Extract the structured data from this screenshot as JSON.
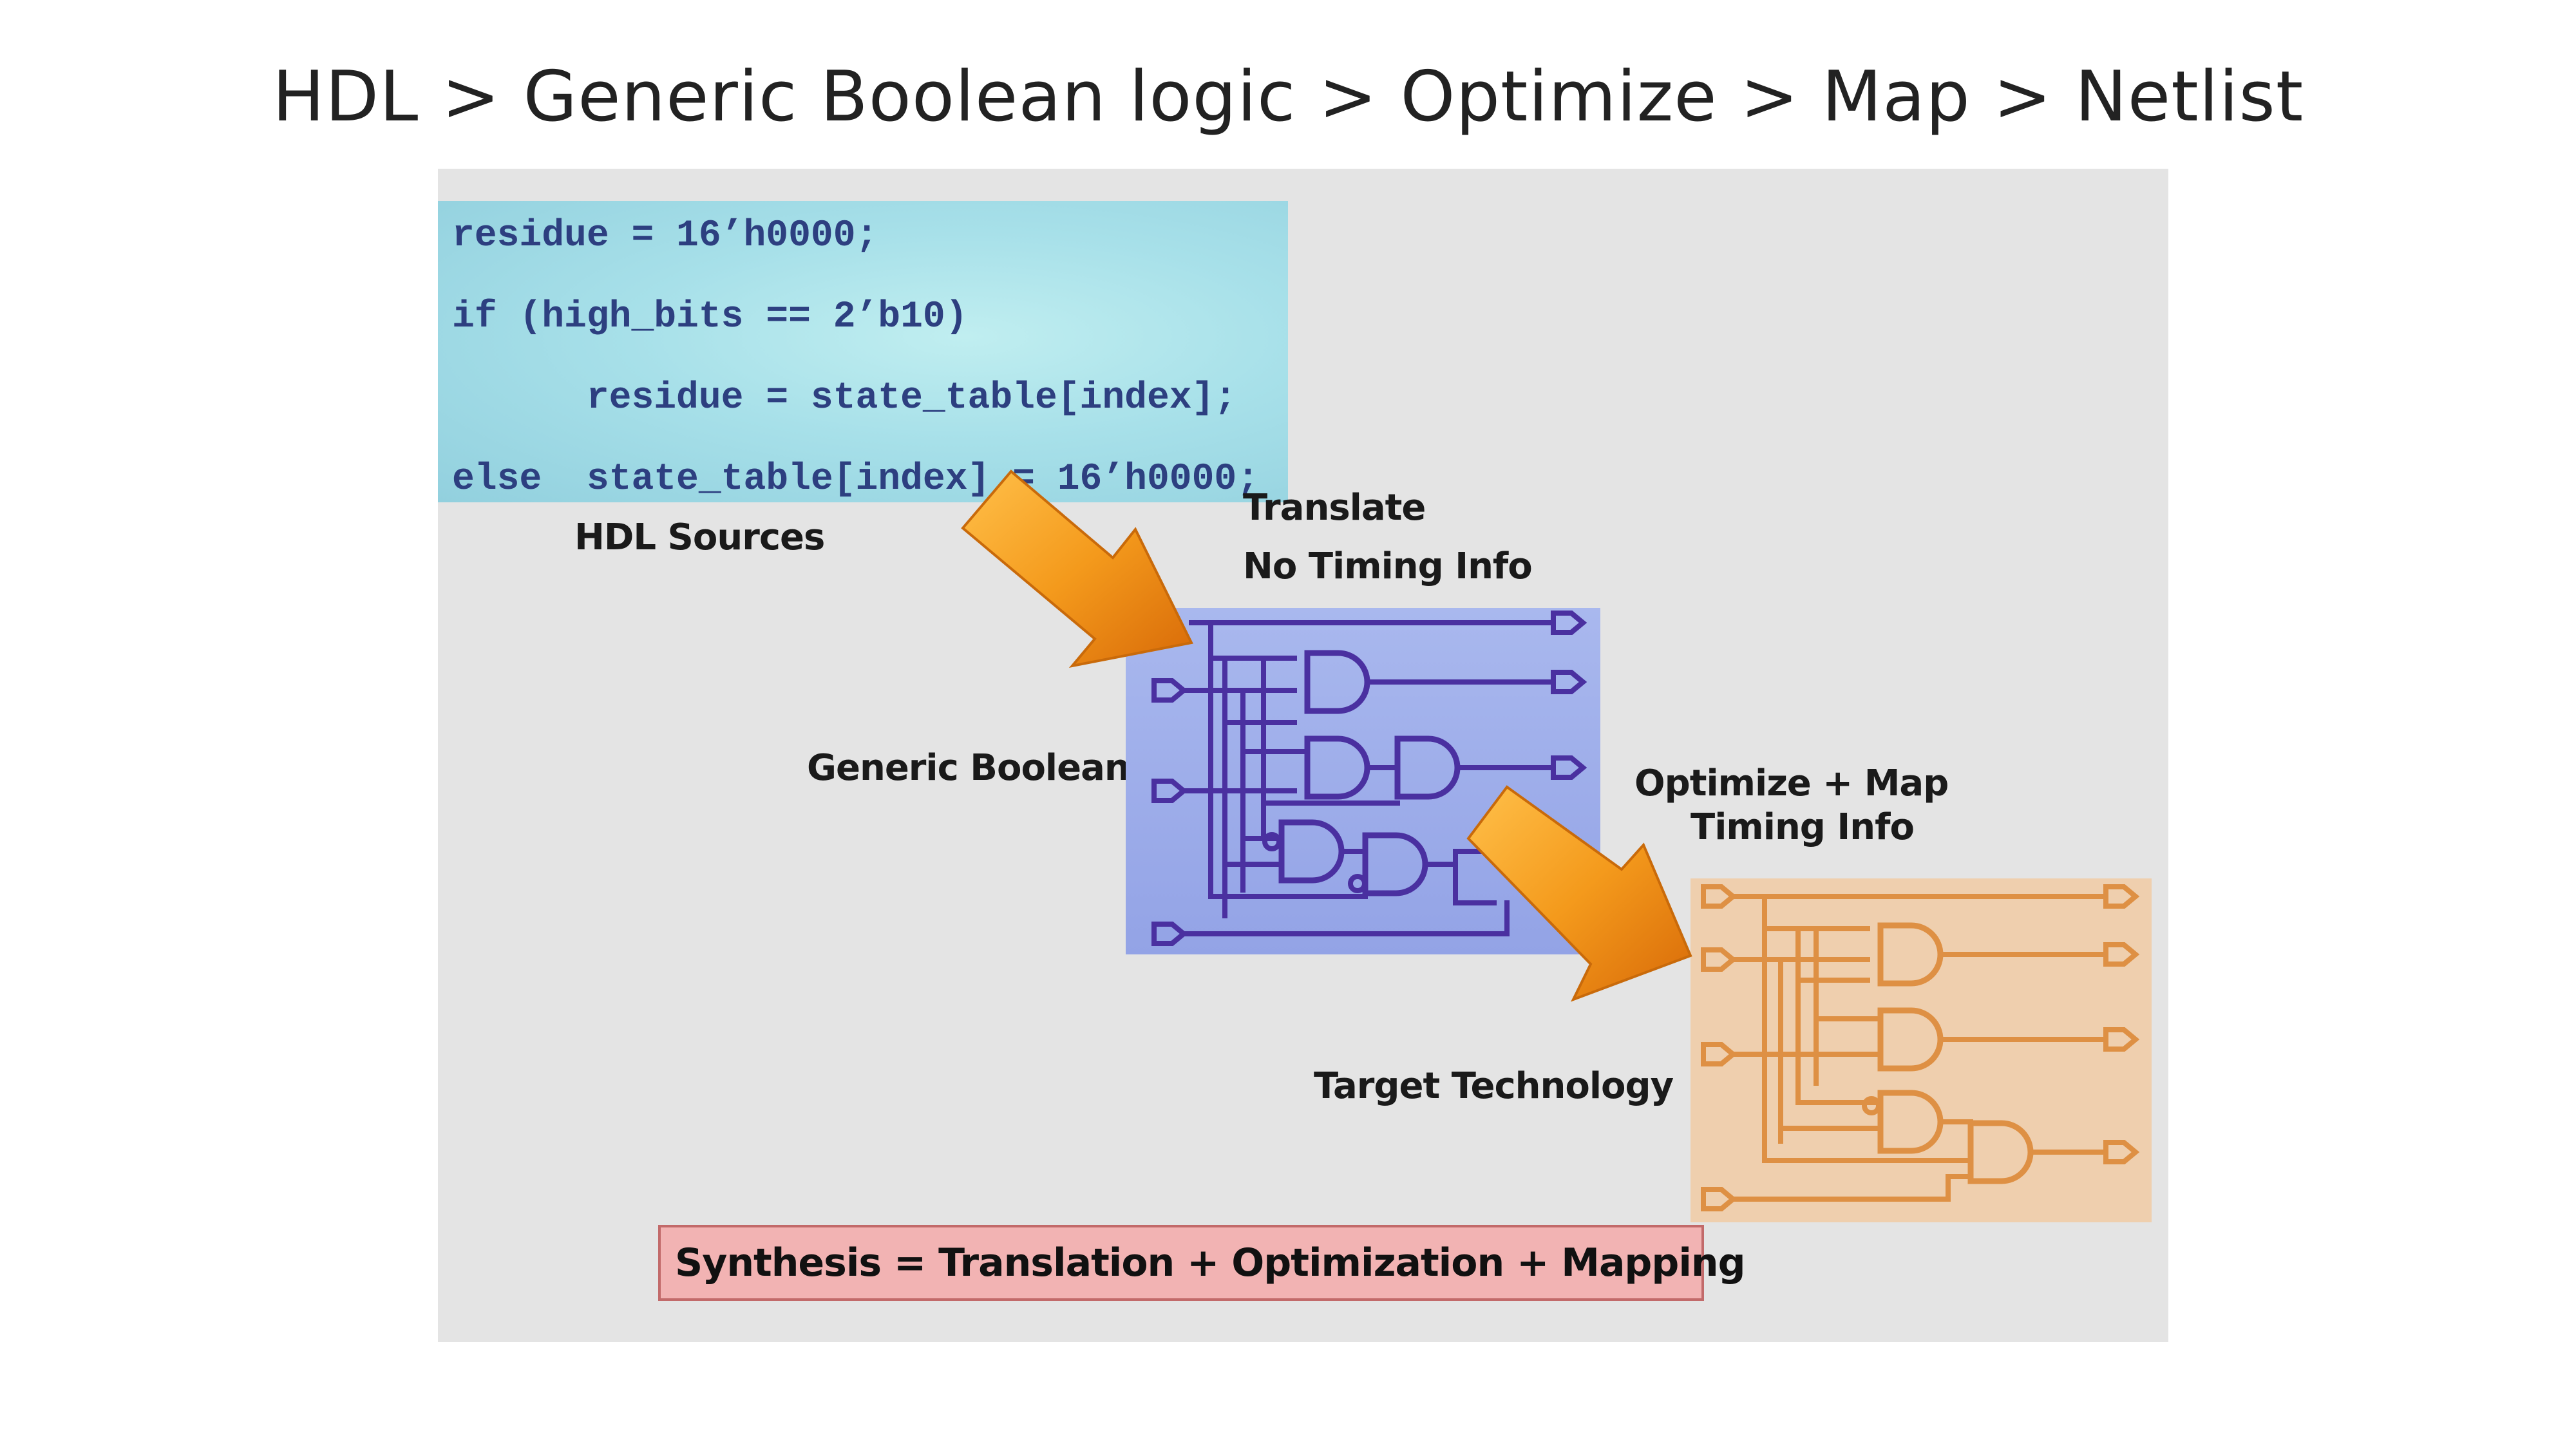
{
  "title": "HDL > Generic Boolean logic > Optimize > Map > Netlist",
  "code": {
    "lines": [
      "residue = 16’h0000;",
      "if (high_bits == 2’b10)",
      "      residue = state_table[index];",
      "else  state_table[index] = 16’h0000;"
    ]
  },
  "labels": {
    "hdl_sources": "HDL Sources",
    "translate": "Translate",
    "no_timing_info": "No Timing Info",
    "generic_boolean": "Generic Boolean",
    "optimize_map": "Optimize + Map",
    "timing_info": "Timing Info",
    "target_technology": "Target Technology"
  },
  "synthesis_formula": "Synthesis = Translation + Optimization + Mapping",
  "colors": {
    "code_bg": "#a7e0e9",
    "code_text": "#2d3f80",
    "generic_box": "#a0afec",
    "generic_wire": "#4a30a0",
    "target_box": "#efcfae",
    "target_wire": "#de9044",
    "arrow": "#f08d17",
    "formula_bg": "#f2b3b3"
  }
}
